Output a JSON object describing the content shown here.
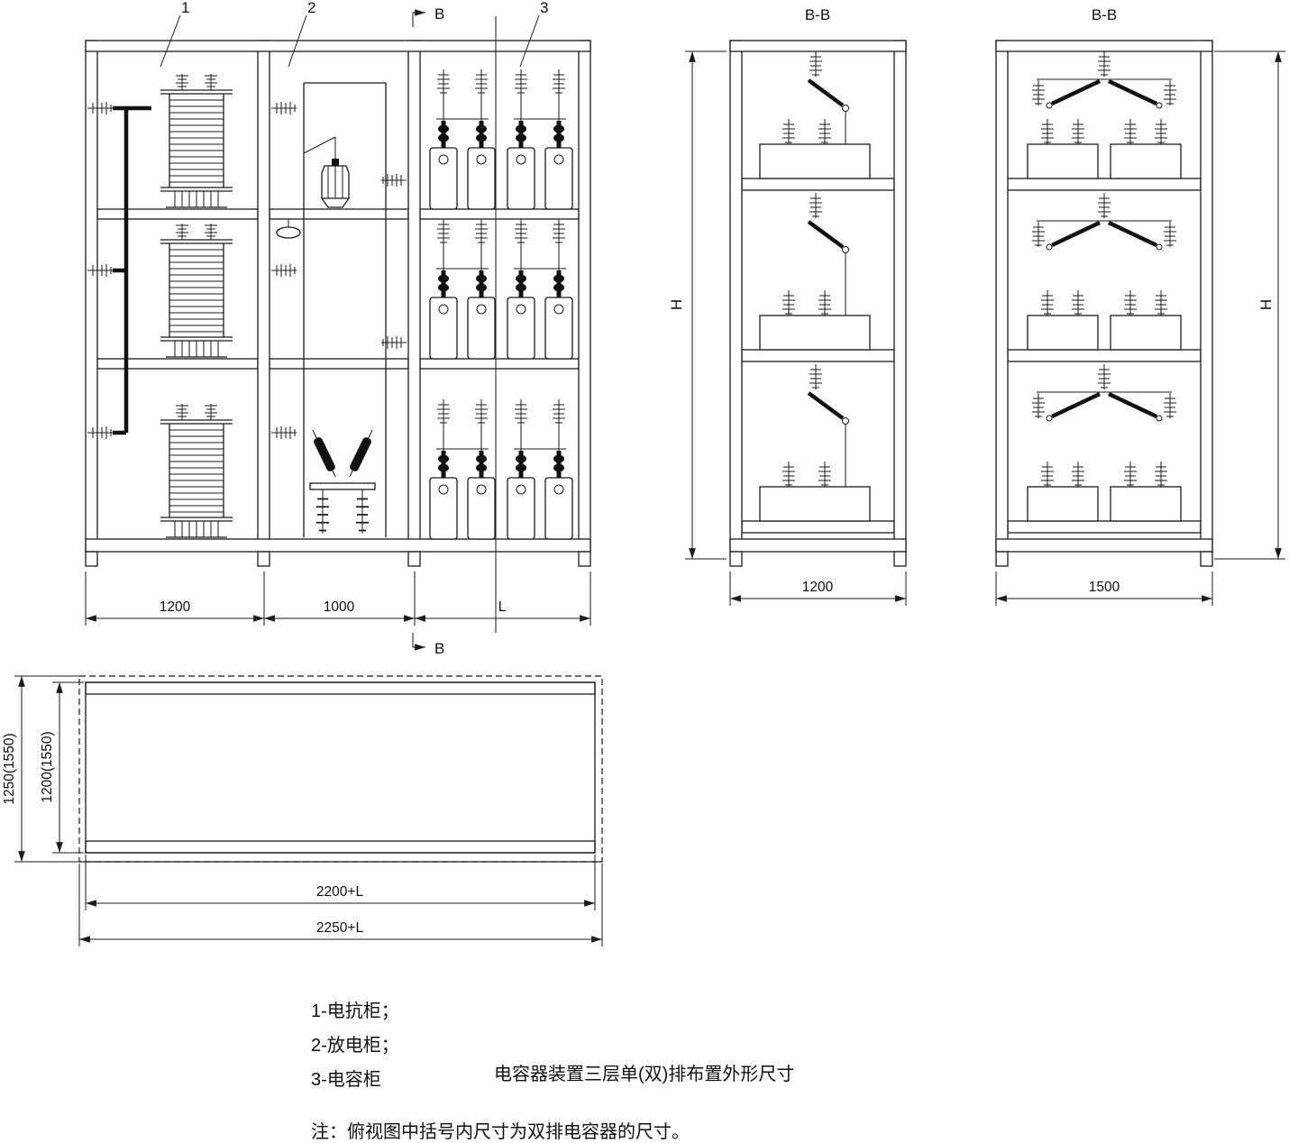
{
  "front_view": {
    "callouts": {
      "reactor": "1",
      "discharge": "2",
      "capacitor": "3"
    },
    "section_marker": {
      "top": "B",
      "bottom": "B"
    },
    "dims": {
      "reactor_bay": "1200",
      "discharge_bay": "1000",
      "capacitor_bay": "L"
    }
  },
  "section_single": {
    "title": "B-B",
    "width": "1200",
    "height": "H"
  },
  "section_double": {
    "title": "B-B",
    "width": "1500",
    "height": "H"
  },
  "top_view": {
    "height_outer": "1250(1550)",
    "height_inner": "1200(1550)",
    "width_inner": "2200+L",
    "width_outer": "2250+L"
  },
  "legend": {
    "item_1": "1-电抗柜；",
    "item_2": "2-放电柜；",
    "item_3": "3-电容柜"
  },
  "caption": {
    "title": "电容器装置三层单(双)排布置外形尺寸",
    "note": "注：俯视图中括号内尺寸为双排电容器的尺寸。"
  }
}
